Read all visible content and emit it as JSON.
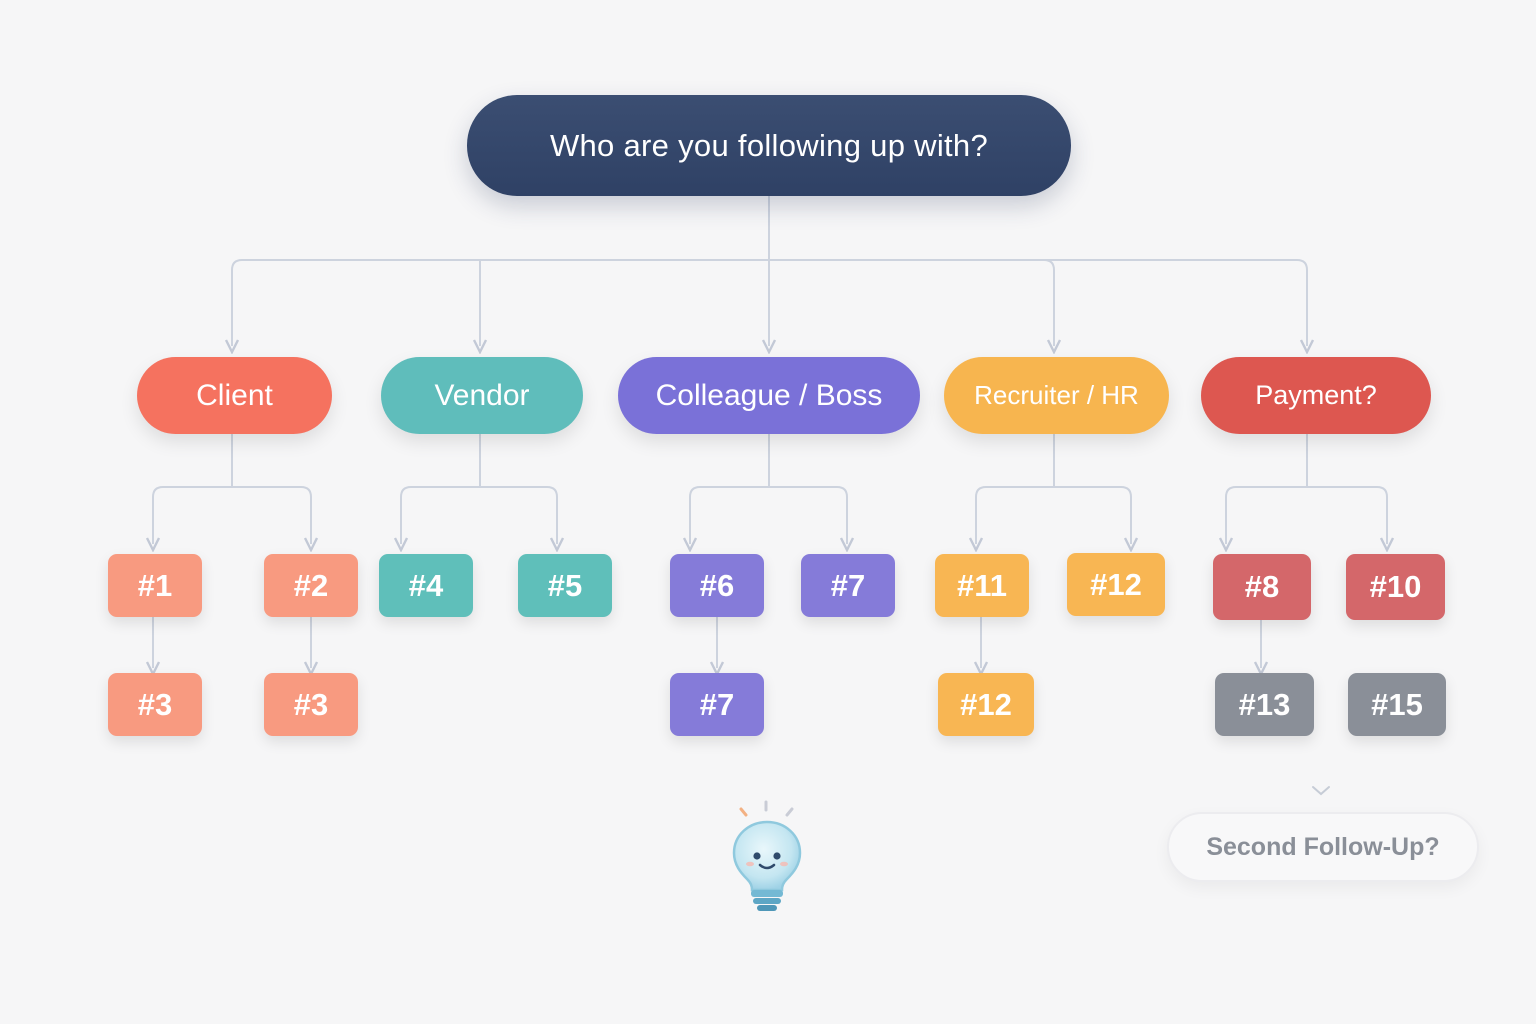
{
  "root": {
    "label": "Who are you following up with?"
  },
  "categories": {
    "client": {
      "label": "Client",
      "color": "#f5725f"
    },
    "vendor": {
      "label": "Vendor",
      "color": "#5fbdbb"
    },
    "colleague": {
      "label": "Colleague / Boss",
      "color": "#7a71d8"
    },
    "recruiter": {
      "label": "Recruiter / HR",
      "color": "#f7b54f"
    },
    "payment": {
      "label": "Payment?",
      "color": "#dd5750"
    }
  },
  "templates": {
    "client": {
      "first": [
        "#1",
        "#2"
      ],
      "followups": [
        "#3",
        "#3"
      ]
    },
    "vendor": {
      "first": [
        "#4",
        "#5"
      ]
    },
    "colleague": {
      "first": [
        "#6",
        "#7"
      ],
      "followups": [
        "#7"
      ]
    },
    "recruiter": {
      "first": [
        "#11",
        "#12"
      ],
      "followups": [
        "#12"
      ]
    },
    "payment": {
      "first": [
        "#8",
        "#10"
      ],
      "followups": [
        "#13",
        "#15"
      ]
    }
  },
  "second_followup": {
    "label": "Second Follow-Up?"
  },
  "icons": {
    "mascot": "lightbulb-mascot-icon",
    "chevron": "chevron-down-icon"
  },
  "colors": {
    "root": "#34476b",
    "connector": "#c9cfdb",
    "gray_node": "#8a8f98"
  }
}
